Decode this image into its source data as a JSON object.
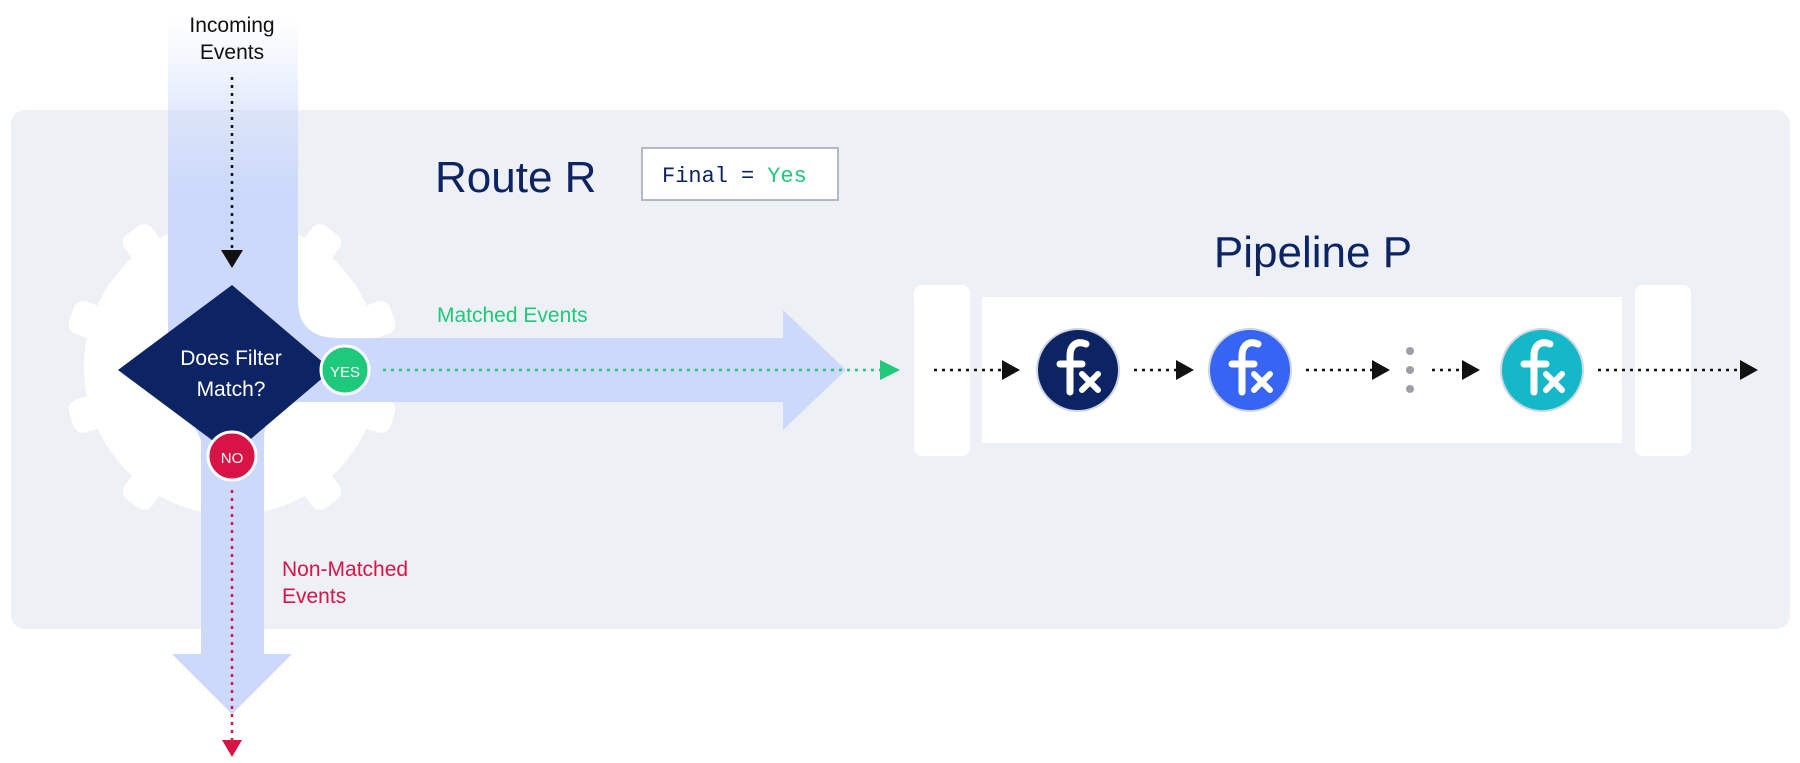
{
  "incoming_label_line1": "Incoming",
  "incoming_label_line2": "Events",
  "route_title": "Route R",
  "final_flag": {
    "key": "Final",
    "operator": "=",
    "value": "Yes"
  },
  "pipeline_title": "Pipeline P",
  "filter_question_line1": "Does Filter",
  "filter_question_line2": "Match?",
  "yes_badge": "YES",
  "no_badge": "NO",
  "matched_label": "Matched Events",
  "nonmatched_label_line1": "Non-Matched",
  "nonmatched_label_line2": "Events",
  "functions": [
    {
      "icon": "function-icon",
      "color": "#0c2463"
    },
    {
      "icon": "function-icon",
      "color": "#3565f2"
    },
    {
      "icon": "function-icon",
      "color": "#14b8c8"
    }
  ],
  "colors": {
    "navy": "#0c2463",
    "green": "#1ec97b",
    "red": "#d81446",
    "panel": "#edf0f4",
    "flow": "#ccd9fb"
  }
}
